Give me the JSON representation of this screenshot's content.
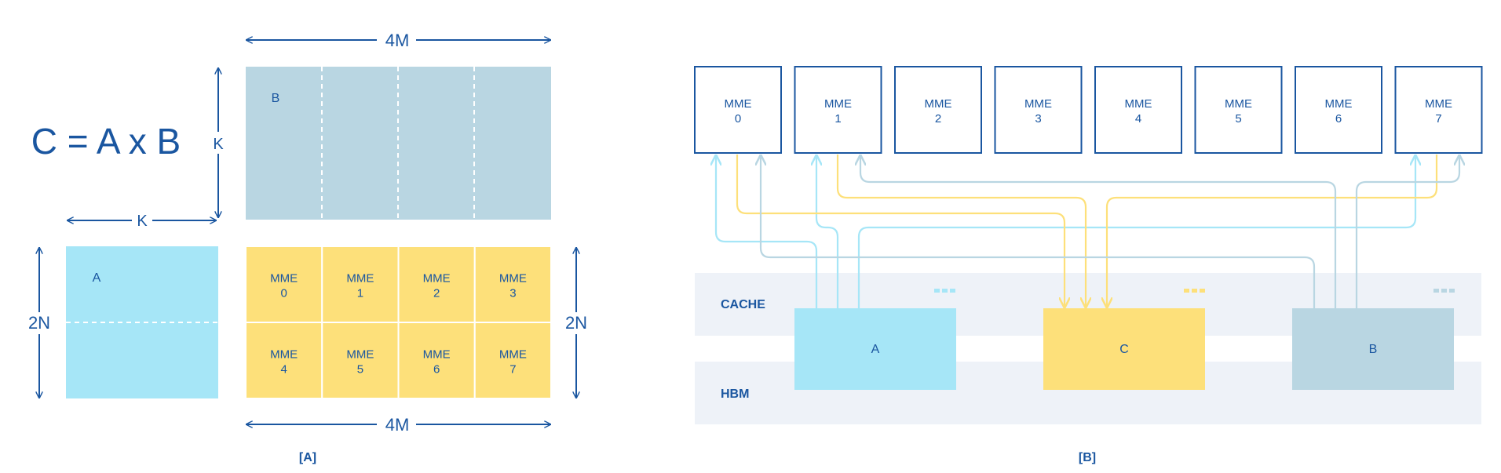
{
  "colors": {
    "blue_text": "#1a56a0",
    "light_blue": "#a6e6f7",
    "steel_blue": "#b9d6e2",
    "yellow": "#fde07a",
    "band": "#eef2f8",
    "arrow_a": "#a6e6f7",
    "arrow_b": "#b9d6e2",
    "arrow_c": "#fde07a"
  },
  "panel_a": {
    "equation": "C = A x B",
    "dim_4m": "4M",
    "dim_k": "K",
    "dim_2n": "2N",
    "matrix_b_label": "B",
    "matrix_a_label": "A",
    "grid_cells": [
      {
        "line1": "MME",
        "line2": "0"
      },
      {
        "line1": "MME",
        "line2": "1"
      },
      {
        "line1": "MME",
        "line2": "2"
      },
      {
        "line1": "MME",
        "line2": "3"
      },
      {
        "line1": "MME",
        "line2": "4"
      },
      {
        "line1": "MME",
        "line2": "5"
      },
      {
        "line1": "MME",
        "line2": "6"
      },
      {
        "line1": "MME",
        "line2": "7"
      }
    ],
    "caption": "[A]"
  },
  "panel_b": {
    "mme_boxes": [
      {
        "line1": "MME",
        "line2": "0"
      },
      {
        "line1": "MME",
        "line2": "1"
      },
      {
        "line1": "MME",
        "line2": "2"
      },
      {
        "line1": "MME",
        "line2": "3"
      },
      {
        "line1": "MME",
        "line2": "4"
      },
      {
        "line1": "MME",
        "line2": "5"
      },
      {
        "line1": "MME",
        "line2": "6"
      },
      {
        "line1": "MME",
        "line2": "7"
      }
    ],
    "cache_label": "CACHE",
    "hbm_label": "HBM",
    "block_a": "A",
    "block_c": "C",
    "block_b": "B",
    "caption": "[B]"
  }
}
